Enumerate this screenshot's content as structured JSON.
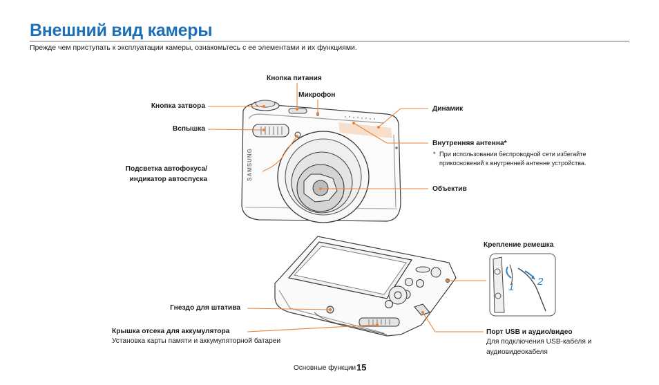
{
  "header": {
    "title": "Внешний вид камеры",
    "intro": "Прежде чем приступать к эксплуатации камеры, ознакомьтесь с ее элементами и их функциями."
  },
  "front": {
    "brand": "SAMSUNG",
    "labels": {
      "power": "Кнопка питания",
      "microphone": "Микрофон",
      "shutter": "Кнопка затвора",
      "speaker": "Динамик",
      "flash": "Вспышка",
      "antenna": "Внутренняя антенна*",
      "antenna_note_mark": "*",
      "antenna_note_line1": "При использовании беспроводной сети избегайте",
      "antenna_note_line2": "прикосновений к внутренней антенне устройства.",
      "af_line1": "Подсветка автофокуса/",
      "af_line2": "индикатор автоспуска",
      "lens": "Объектив"
    }
  },
  "back": {
    "labels": {
      "strap": "Крепление ремешка",
      "tripod": "Гнездо для штатива",
      "battery": "Крышка отсека для аккумулятора",
      "battery_sub": "Установка карты памяти и аккумуляторной батареи",
      "usb": "Порт USB и аудио/видео",
      "usb_sub1": "Для подключения USB-кабеля и",
      "usb_sub2": "аудиовидеокабеля"
    },
    "strap_steps": [
      "1",
      "2"
    ]
  },
  "footer": {
    "section": "Основные функции",
    "page": "15"
  },
  "colors": {
    "title": "#1d6fb8",
    "callout": "#e8843a",
    "arrow": "#2f7fc1"
  }
}
